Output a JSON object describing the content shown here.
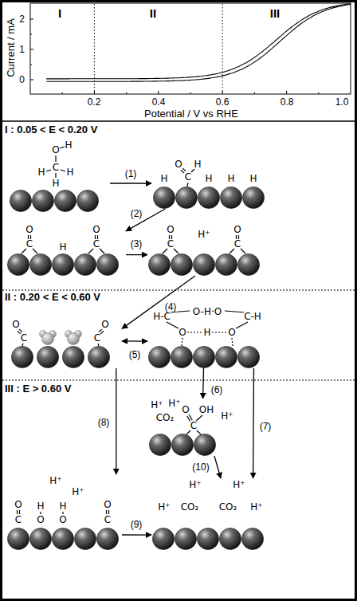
{
  "diagram": {
    "nodes": [
      {
        "text": [
          "H",
          "O",
          "C",
          "H",
          "H",
          "H"
        ]
      },
      {
        "text": [
          "H",
          "O",
          "H",
          "C",
          "H",
          "H",
          "H"
        ]
      },
      {
        "text": [
          "O",
          "C",
          "H",
          "O",
          "C"
        ]
      },
      {
        "text": [
          "O",
          "C",
          "H⁺",
          "O",
          "C"
        ]
      },
      {
        "text": [
          "O",
          "C",
          "O",
          "C"
        ]
      },
      {
        "text": [
          "H-C",
          "O-H·O",
          "C-H",
          "O",
          "H",
          "O"
        ]
      },
      {
        "text": [
          "H⁺",
          "H⁺",
          "CO₂",
          "O",
          "C",
          "OH",
          "H⁺"
        ]
      },
      {
        "text": [
          "H⁺",
          "H⁺",
          "O",
          "C",
          "H",
          "O",
          "H",
          "O",
          "O",
          "C"
        ]
      },
      {
        "text": [
          "H⁺",
          "H⁺",
          "H⁺",
          "CO₂",
          "CO₂",
          "H⁺"
        ]
      }
    ],
    "edges": [
      {
        "from": 0,
        "to": 1,
        "label": "(1)",
        "arrow": "to"
      },
      {
        "from": 1,
        "to": 2,
        "label": "(2)",
        "arrow": "to"
      },
      {
        "from": 2,
        "to": 3,
        "label": "(3)",
        "arrow": "to"
      },
      {
        "from": 3,
        "to": 4,
        "label": "(4)",
        "arrow": "to"
      },
      {
        "from": 4,
        "to": 5,
        "label": "(5)",
        "arrow": "both"
      },
      {
        "from": 5,
        "to": 6,
        "label": "(6)",
        "arrow": "to"
      },
      {
        "from": 5,
        "to": 8,
        "label": "(7)",
        "arrow": "to"
      },
      {
        "from": 4,
        "to": 7,
        "label": "(8)",
        "arrow": "to"
      },
      {
        "from": 7,
        "to": 8,
        "label": "(9)",
        "arrow": "to"
      },
      {
        "from": 6,
        "to": 8,
        "label": "(10)",
        "arrow": "to"
      }
    ],
    "labels": [
      "Current / mA",
      "2",
      "1",
      "0",
      "I",
      "II",
      "III",
      "0.2",
      "0.4",
      "0.6",
      "0.8",
      "1.0",
      "Potential / V vs RHE",
      "I : 0.05 < E < 0.20 V",
      "II : 0.20 < E < 0.60 V",
      "III : E > 0.60 V"
    ]
  }
}
